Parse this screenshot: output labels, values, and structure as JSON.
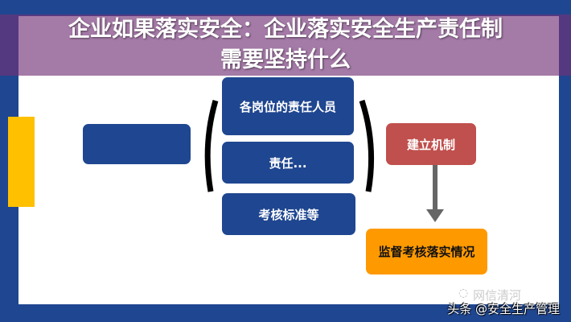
{
  "diagram": {
    "top_box": "各岗位的责任人员",
    "left_box": "",
    "middle_box": "责任...",
    "right_box": "建立机制",
    "bottom_box": "考核标准等",
    "orange_box": "监督考核落实情况",
    "colors": {
      "frame": "#1f4690",
      "orange": "#ff9900",
      "red": "#c0504d",
      "accent_tab": "#ffc000",
      "arrow": "#666666"
    }
  },
  "overlay": {
    "title_line1": "企业如果落实安全：企业落实安全生产责任制",
    "title_line2": "需要坚持什么"
  },
  "watermark": {
    "wechat_label": "网信清河",
    "wechat_icon": "wechat-icon",
    "source": "头条 @安全生产管理"
  }
}
